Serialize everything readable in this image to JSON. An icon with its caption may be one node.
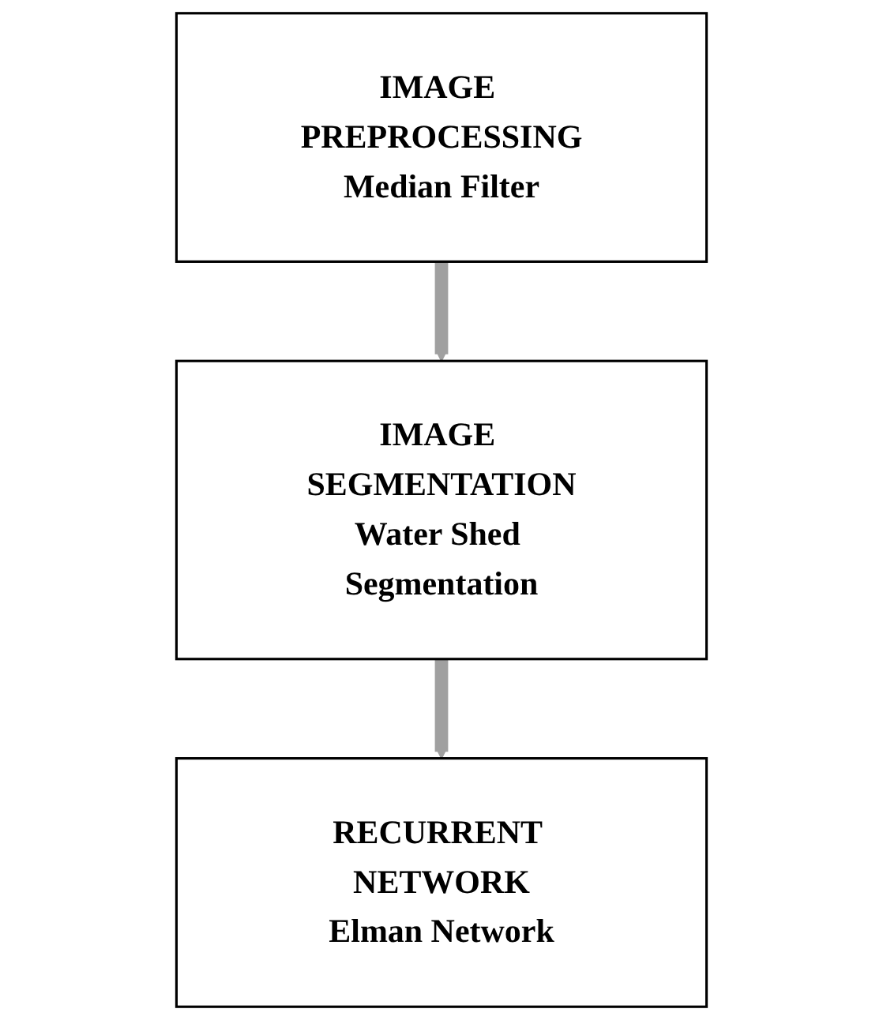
{
  "diagram": {
    "nodes": [
      {
        "text": [
          "IMAGE PREPROCESSING",
          "Median Filter"
        ]
      },
      {
        "text": [
          "IMAGE SEGMENTATION",
          "Water Shed Segmentation"
        ]
      },
      {
        "text": [
          "RECURRENT NETWORK",
          "Elman Network"
        ]
      }
    ],
    "edges": [
      {
        "from": 0,
        "to": 1,
        "arrow": "to"
      },
      {
        "from": 1,
        "to": 2,
        "arrow": "to"
      }
    ]
  }
}
